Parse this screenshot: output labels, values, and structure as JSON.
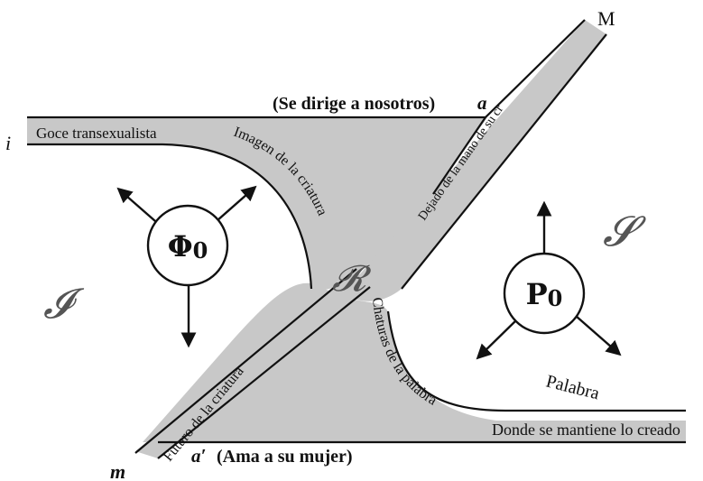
{
  "colors": {
    "band_fill": "#c8c8c8",
    "stroke": "#111111",
    "text": "#111111",
    "script_letters": "#555555",
    "background": "#ffffff"
  },
  "corners": {
    "M": "M",
    "i": "i",
    "m": "m",
    "a": "a",
    "a_prime": "a′"
  },
  "labels": {
    "se_dirige": "(Se dirige a nosotros)",
    "goce": "Goce transexualista",
    "imagen": "Imagen de la criatura",
    "dejado": "Dejado de la mano de su creador",
    "futuro": "Futuro de la criatura",
    "chaturas": "Chaturas de la palabra",
    "palabra": "Palabra",
    "donde": "Donde se mantiene lo creado",
    "ama": "(Ama a su mujer)"
  },
  "regions": {
    "I": "𝓘",
    "S": "𝓢",
    "R": "𝓡"
  },
  "nodes": {
    "phi": {
      "base": "Φ",
      "sub": "0"
    },
    "p": {
      "base": "P",
      "sub": "0"
    }
  },
  "icons": {
    "arrow": "arrow-icon"
  }
}
